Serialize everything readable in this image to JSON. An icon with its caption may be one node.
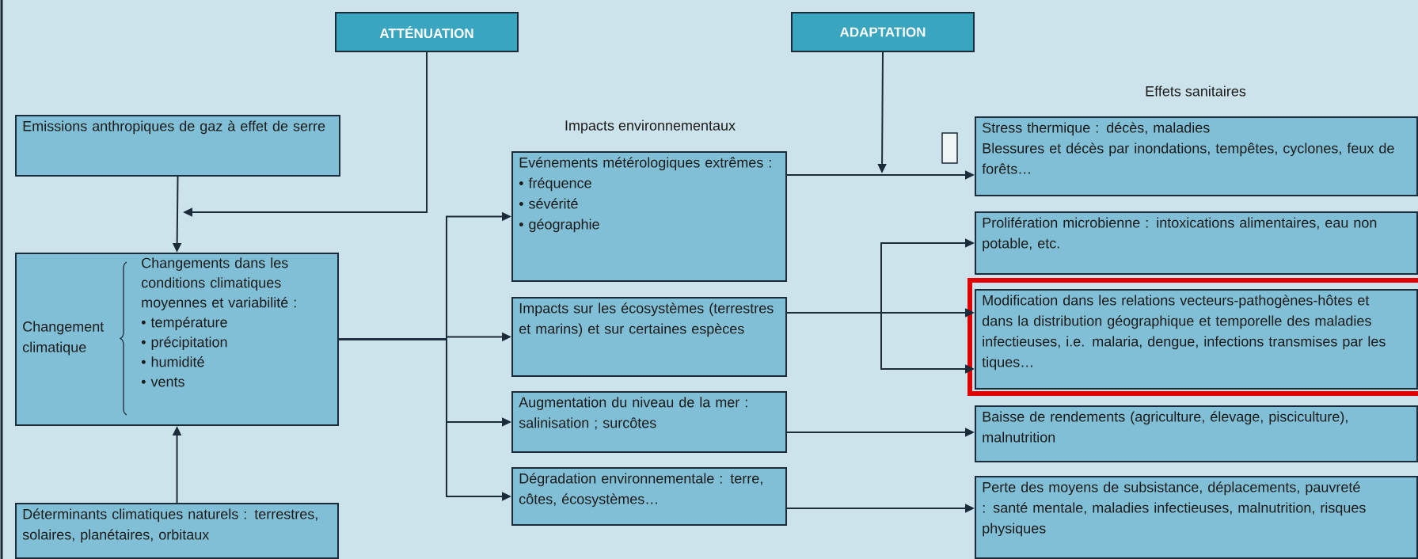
{
  "diagram": {
    "nodes": [
      {
        "text": [
          "ATTÉNUATION"
        ]
      },
      {
        "text": [
          "ADAPTATION"
        ]
      },
      {
        "text": [
          "Emissions anthropiques de gaz à effet de serre"
        ]
      },
      {
        "text": [
          "Changement climatique",
          "Changements dans les conditions climatiques moyennes et variabilité :",
          "• température",
          "• précipitation",
          "• humidité",
          "• vents"
        ]
      },
      {
        "text": [
          "Déterminants climatiques naturels : terrestres, solaires, planétaires, orbitaux"
        ]
      },
      {
        "text": [
          "Evénements métérologiques extrêmes :",
          "• fréquence",
          "• sévérité",
          "• géographie"
        ]
      },
      {
        "text": [
          "Impacts sur les écosystèmes (terrestres et marins) et sur certaines espèces"
        ]
      },
      {
        "text": [
          "Augmentation du niveau de la mer : salinisation ; surcôtes"
        ]
      },
      {
        "text": [
          "Dégradation environnementale : terre, côtes, écosystèmes…"
        ]
      },
      {
        "text": [
          "Stress thermique : décès, maladies",
          "Blessures et décès par inondations, tempêtes, cyclones, feux de forêts…"
        ]
      },
      {
        "text": [
          "Prolifération microbienne : intoxications alimentaires, eau non potable, etc."
        ]
      },
      {
        "text": [
          "Modification dans les relations vecteurs-pathogènes-hôtes et dans la distribution géographique et temporelle des maladies infectieuses, i.e. malaria, dengue, infections transmises par les tiques…"
        ]
      },
      {
        "text": [
          "Baisse de rendements (agriculture, élevage, pisciculture), malnutrition"
        ]
      },
      {
        "text": [
          "Perte des moyens de subsistance, déplacements, pauvreté : santé mentale, maladies infectieuses, malnutrition, risques physiques"
        ]
      }
    ],
    "edges": [
      {
        "from": 0,
        "to": null,
        "arrow": "to"
      },
      {
        "from": 2,
        "to": 3,
        "arrow": "to"
      },
      {
        "from": 4,
        "to": 3,
        "arrow": "to"
      },
      {
        "from": 3,
        "to": 5,
        "arrow": "to"
      },
      {
        "from": 3,
        "to": 6,
        "arrow": "to"
      },
      {
        "from": 3,
        "to": 7,
        "arrow": "to"
      },
      {
        "from": 3,
        "to": 8,
        "arrow": "to"
      },
      {
        "from": 1,
        "to": null,
        "arrow": "to"
      },
      {
        "from": 5,
        "to": 9,
        "arrow": "to"
      },
      {
        "from": 6,
        "to": 11,
        "arrow": "to"
      },
      {
        "from": 6,
        "to": 10,
        "arrow": "to"
      },
      {
        "from": 6,
        "to": 11,
        "arrow": "to"
      },
      {
        "from": 7,
        "to": 12,
        "arrow": "to"
      },
      {
        "from": 8,
        "to": 13,
        "arrow": "to"
      }
    ],
    "labels": [
      "Impacts environnementaux",
      "Effets sanitaires"
    ]
  }
}
